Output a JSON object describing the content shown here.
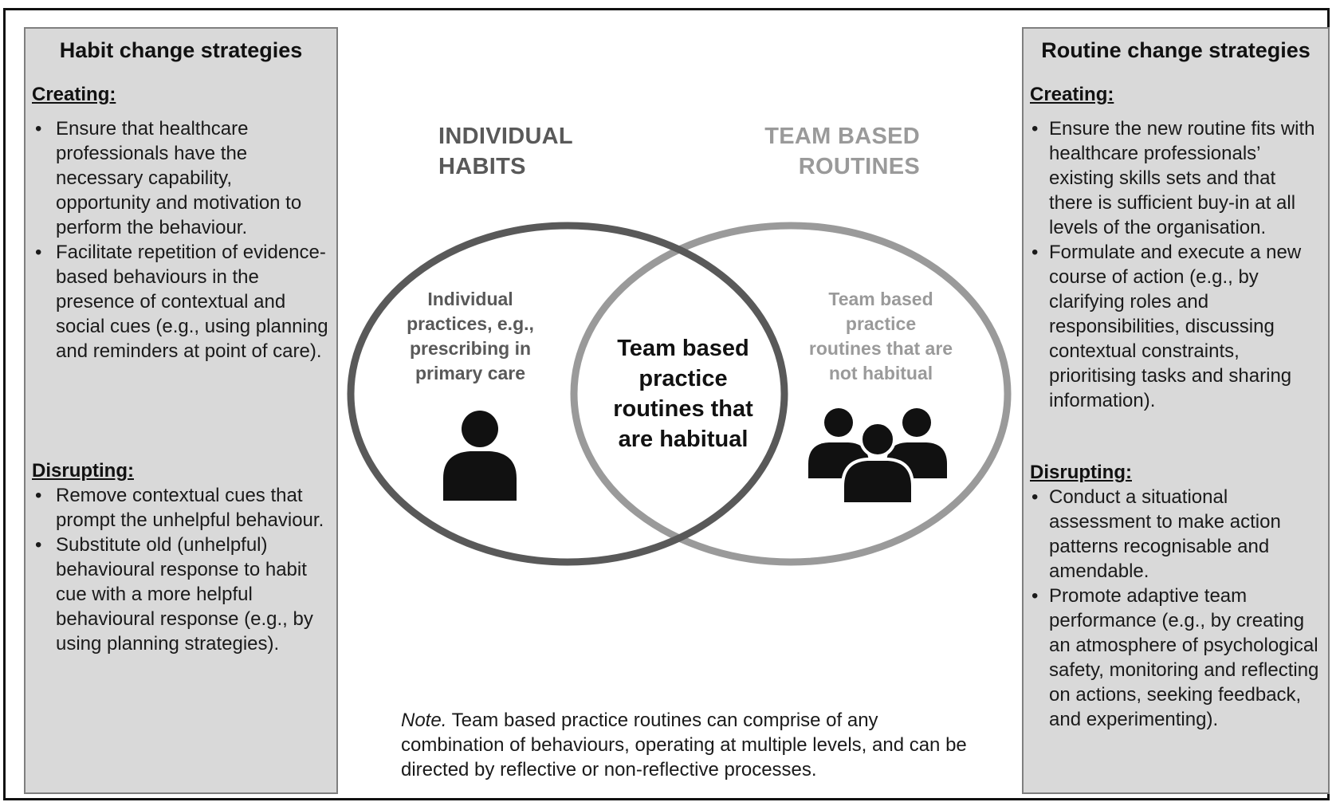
{
  "left_panel": {
    "title": "Habit change strategies",
    "creating": {
      "heading": "Creating:",
      "items": [
        "Ensure that healthcare professionals have the necessary capability, opportunity and motivation to perform the behaviour.",
        "Facilitate repetition of evidence-based behaviours in the presence of contextual and social cues (e.g., using planning and reminders at point of care)."
      ]
    },
    "disrupting": {
      "heading": "Disrupting:",
      "items": [
        "Remove contextual cues that prompt the unhelpful behaviour.",
        "Substitute old (unhelpful) behavioural response to habit cue with a more helpful behavioural response (e.g., by using planning strategies)."
      ]
    }
  },
  "right_panel": {
    "title": "Routine change strategies",
    "creating": {
      "heading": "Creating:",
      "items": [
        "Ensure the new routine fits with healthcare professionals’ existing skills sets and that there is sufficient buy-in at all levels of the organisation.",
        "Formulate and execute a new course of action (e.g., by clarifying roles and responsibilities, discussing contextual constraints, prioritising tasks and sharing information)."
      ]
    },
    "disrupting": {
      "heading": "Disrupting:",
      "items": [
        "Conduct a situational assessment to make action patterns recognisable and amendable.",
        "Promote adaptive team performance (e.g., by creating an atmosphere of psychological safety, monitoring and reflecting on actions, seeking feedback, and experimenting)."
      ]
    }
  },
  "venn": {
    "left_heading": [
      "INDIVIDUAL",
      "HABITS"
    ],
    "right_heading": [
      "TEAM BASED",
      "ROUTINES"
    ],
    "left_text": [
      "Individual",
      "practices, e.g.,",
      "prescribing in",
      "primary care"
    ],
    "right_text": [
      "Team based",
      "practice",
      "routines that are",
      "not habitual"
    ],
    "center_text": [
      "Team based",
      "practice",
      "routines that",
      "are habitual"
    ],
    "left_icon": "person-icon",
    "right_icon": "group-icon",
    "colors": {
      "left_circle": "#595959",
      "right_circle": "#9a9a9a",
      "panel_background": "#d9d9d9"
    }
  },
  "note": {
    "label": "Note.",
    "text": " Team based practice routines can comprise of any combination of behaviours, operating at multiple levels, and can be directed by reflective or non-reflective processes."
  }
}
